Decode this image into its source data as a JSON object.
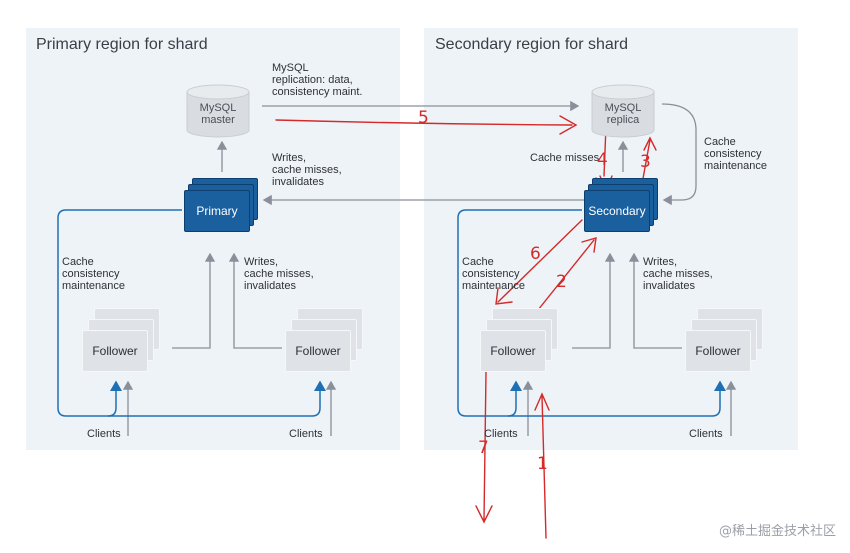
{
  "primary": {
    "title": "Primary region for shard",
    "mysql_master": "MySQL\nmaster",
    "primary_node": "Primary",
    "follower_left": "Follower",
    "follower_right": "Follower",
    "writes_label": "Writes,\ncache misses,\ninvalidates",
    "follower_writes_label": "Writes,\ncache misses,\ninvalidates",
    "cache_label": "Cache\nconsistency\nmaintenance",
    "clients_left": "Clients",
    "clients_right": "Clients"
  },
  "replication_label": "MySQL\nreplication: data,\nconsistency maint.",
  "secondary": {
    "title": "Secondary region for shard",
    "mysql_replica": "MySQL\nreplica",
    "secondary_node": "Secondary",
    "follower_left": "Follower",
    "follower_right": "Follower",
    "cache_misses_label": "Cache misses",
    "right_cache_label": "Cache\nconsistency\nmaintenance",
    "cache_label": "Cache\nconsistency\nmaintenance",
    "follower_writes_label": "Writes,\ncache misses,\ninvalidates",
    "clients_left": "Clients",
    "clients_right": "Clients"
  },
  "annotations": {
    "n1": "1",
    "n2": "2",
    "n3": "3",
    "n4": "4",
    "n5": "5",
    "n6": "6",
    "n7": "7"
  },
  "watermark": "@稀土掘金技术社区",
  "colors": {
    "region_bg": "#eef3f8",
    "dark_node": "#1a5f9e",
    "light_node": "#dfe3e8",
    "arrow_gray": "#8a9099",
    "client_blue": "#1f6fb5",
    "annotation_red": "#d42a2a"
  }
}
